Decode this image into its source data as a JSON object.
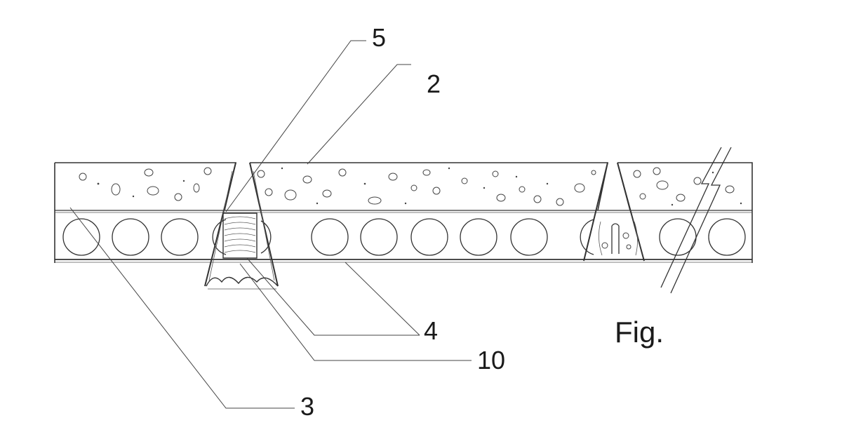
{
  "figure": {
    "caption": "Fig.",
    "reference_numerals": {
      "n5": "5",
      "n2": "2",
      "n4": "4",
      "n10": "10",
      "n3": "3"
    }
  },
  "colors": {
    "ink": "#333333",
    "paper": "#ffffff"
  }
}
